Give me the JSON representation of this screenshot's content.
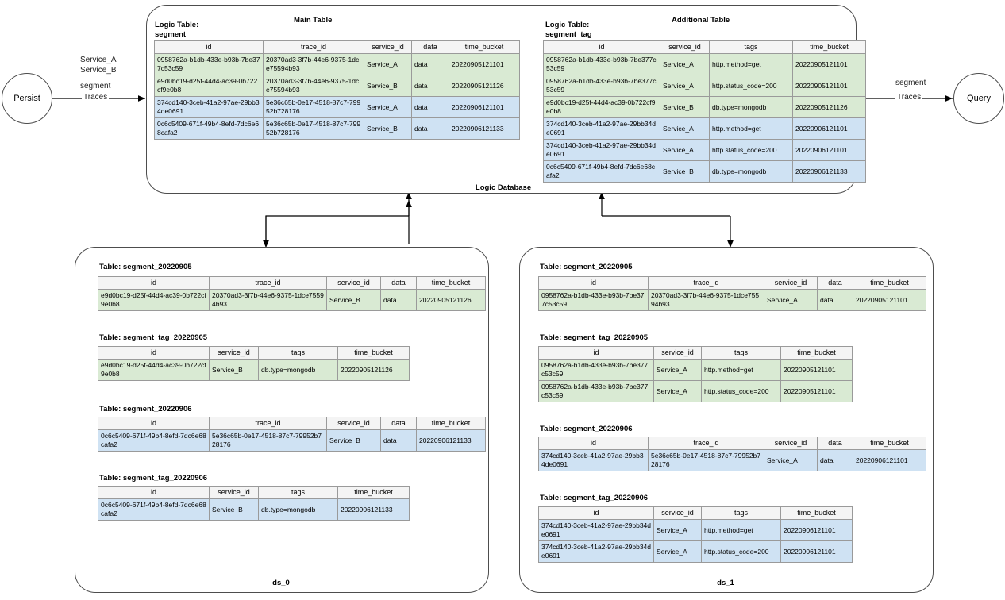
{
  "flow": {
    "persist_label": "Persist",
    "query_label": "Query",
    "persist_edge": {
      "line1": "Service_A",
      "line2": "Service_B",
      "line3": "segment",
      "line4": "Traces"
    },
    "query_edge": {
      "line1": "segment",
      "line2": "Traces"
    }
  },
  "logic_db": {
    "caption": "Logic Database",
    "main": {
      "heading": "Main Table",
      "logic_label_line1": "Logic Table:",
      "logic_label_line2": "segment",
      "columns": [
        "id",
        "trace_id",
        "service_id",
        "data",
        "time_bucket"
      ],
      "rows": [
        {
          "tint": "green",
          "id": "0958762a-b1db-433e-b93b-7be377c53c59",
          "trace_id": "20370ad3-3f7b-44e6-9375-1dce75594b93",
          "service_id": "Service_A",
          "data": "data",
          "time_bucket": "20220905121101"
        },
        {
          "tint": "green",
          "id": "e9d0bc19-d25f-44d4-ac39-0b722cf9e0b8",
          "trace_id": "20370ad3-3f7b-44e6-9375-1dce75594b93",
          "service_id": "Service_B",
          "data": "data",
          "time_bucket": "20220905121126"
        },
        {
          "tint": "blue",
          "id": "374cd140-3ceb-41a2-97ae-29bb34de0691",
          "trace_id": "5e36c65b-0e17-4518-87c7-79952b728176",
          "service_id": "Service_A",
          "data": "data",
          "time_bucket": "20220906121101"
        },
        {
          "tint": "blue",
          "id": "0c6c5409-671f-49b4-8efd-7dc6e68cafa2",
          "trace_id": "5e36c65b-0e17-4518-87c7-79952b728176",
          "service_id": "Service_B",
          "data": "data",
          "time_bucket": "20220906121133"
        }
      ]
    },
    "additional": {
      "heading": "Additional  Table",
      "logic_label_line1": "Logic Table:",
      "logic_label_line2": "segment_tag",
      "columns": [
        "id",
        "service_id",
        "tags",
        "time_bucket"
      ],
      "rows": [
        {
          "tint": "green",
          "id": "0958762a-b1db-433e-b93b-7be377c53c59",
          "service_id": "Service_A",
          "tags": "http.method=get",
          "time_bucket": "20220905121101"
        },
        {
          "tint": "green",
          "id": "0958762a-b1db-433e-b93b-7be377c53c59",
          "service_id": "Service_A",
          "tags": "http.status_code=200",
          "time_bucket": "20220905121101"
        },
        {
          "tint": "green",
          "id": "e9d0bc19-d25f-44d4-ac39-0b722cf9e0b8",
          "service_id": "Service_B",
          "tags": "db.type=mongodb",
          "time_bucket": "20220905121126"
        },
        {
          "tint": "blue",
          "id": "374cd140-3ceb-41a2-97ae-29bb34de0691",
          "service_id": "Service_A",
          "tags": "http.method=get",
          "time_bucket": "20220906121101"
        },
        {
          "tint": "blue",
          "id": "374cd140-3ceb-41a2-97ae-29bb34de0691",
          "service_id": "Service_A",
          "tags": "http.status_code=200",
          "time_bucket": "20220906121101"
        },
        {
          "tint": "blue",
          "id": "0c6c5409-671f-49b4-8efd-7dc6e68cafa2",
          "service_id": "Service_B",
          "tags": "db.type=mongodb",
          "time_bucket": "20220906121133"
        }
      ]
    }
  },
  "ds_0": {
    "caption": "ds_0",
    "segment_20220905": {
      "title": "Table: segment_20220905",
      "columns": [
        "id",
        "trace_id",
        "service_id",
        "data",
        "time_bucket"
      ],
      "rows": [
        {
          "tint": "green",
          "id": "e9d0bc19-d25f-44d4-ac39-0b722cf9e0b8",
          "trace_id": "20370ad3-3f7b-44e6-9375-1dce75594b93",
          "service_id": "Service_B",
          "data": "data",
          "time_bucket": "20220905121126"
        }
      ]
    },
    "segment_tag_20220905": {
      "title": "Table: segment_tag_20220905",
      "columns": [
        "id",
        "service_id",
        "tags",
        "time_bucket"
      ],
      "rows": [
        {
          "tint": "green",
          "id": "e9d0bc19-d25f-44d4-ac39-0b722cf9e0b8",
          "service_id": "Service_B",
          "tags": "db.type=mongodb",
          "time_bucket": "20220905121126"
        }
      ]
    },
    "segment_20220906": {
      "title": "Table: segment_20220906",
      "columns": [
        "id",
        "trace_id",
        "service_id",
        "data",
        "time_bucket"
      ],
      "rows": [
        {
          "tint": "blue",
          "id": "0c6c5409-671f-49b4-8efd-7dc6e68cafa2",
          "trace_id": "5e36c65b-0e17-4518-87c7-79952b728176",
          "service_id": "Service_B",
          "data": "data",
          "time_bucket": "20220906121133"
        }
      ]
    },
    "segment_tag_20220906": {
      "title": "Table: segment_tag_20220906",
      "columns": [
        "id",
        "service_id",
        "tags",
        "time_bucket"
      ],
      "rows": [
        {
          "tint": "blue",
          "id": "0c6c5409-671f-49b4-8efd-7dc6e68cafa2",
          "service_id": "Service_B",
          "tags": "db.type=mongodb",
          "time_bucket": "20220906121133"
        }
      ]
    }
  },
  "ds_1": {
    "caption": "ds_1",
    "segment_20220905": {
      "title": "Table: segment_20220905",
      "columns": [
        "id",
        "trace_id",
        "service_id",
        "data",
        "time_bucket"
      ],
      "rows": [
        {
          "tint": "green",
          "id": "0958762a-b1db-433e-b93b-7be377c53c59",
          "trace_id": "20370ad3-3f7b-44e6-9375-1dce75594b93",
          "service_id": "Service_A",
          "data": "data",
          "time_bucket": "20220905121101"
        }
      ]
    },
    "segment_tag_20220905": {
      "title": "Table: segment_tag_20220905",
      "columns": [
        "id",
        "service_id",
        "tags",
        "time_bucket"
      ],
      "rows": [
        {
          "tint": "green",
          "id": "0958762a-b1db-433e-b93b-7be377c53c59",
          "service_id": "Service_A",
          "tags": "http.method=get",
          "time_bucket": "20220905121101"
        },
        {
          "tint": "green",
          "id": "0958762a-b1db-433e-b93b-7be377c53c59",
          "service_id": "Service_A",
          "tags": "http.status_code=200",
          "time_bucket": "20220905121101"
        }
      ]
    },
    "segment_20220906": {
      "title": "Table: segment_20220906",
      "columns": [
        "id",
        "trace_id",
        "service_id",
        "data",
        "time_bucket"
      ],
      "rows": [
        {
          "tint": "blue",
          "id": "374cd140-3ceb-41a2-97ae-29bb34de0691",
          "trace_id": "5e36c65b-0e17-4518-87c7-79952b728176",
          "service_id": "Service_A",
          "data": "data",
          "time_bucket": "20220906121101"
        }
      ]
    },
    "segment_tag_20220906": {
      "title": "Table: segment_tag_20220906",
      "columns": [
        "id",
        "service_id",
        "tags",
        "time_bucket"
      ],
      "rows": [
        {
          "tint": "blue",
          "id": "374cd140-3ceb-41a2-97ae-29bb34de0691",
          "service_id": "Service_A",
          "tags": "http.method=get",
          "time_bucket": "20220906121101"
        },
        {
          "tint": "blue",
          "id": "374cd140-3ceb-41a2-97ae-29bb34de0691",
          "service_id": "Service_A",
          "tags": "http.status_code=200",
          "time_bucket": "20220906121101"
        }
      ]
    }
  },
  "colors": {
    "green_tint": "#d9ead3",
    "blue_tint": "#cfe2f3",
    "header_fill": "#f4f4f4",
    "stroke": "#4d4d4d"
  }
}
